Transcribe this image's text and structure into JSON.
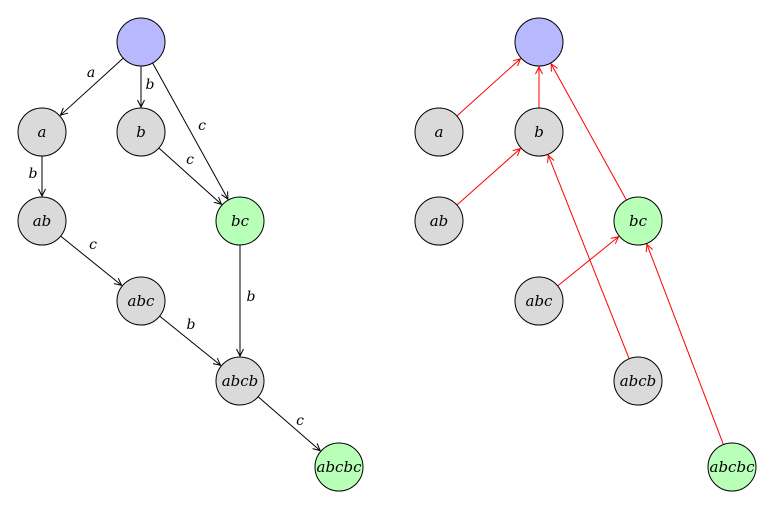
{
  "colors": {
    "root": "#b8b8ff",
    "accept": "#b8ffb8",
    "state": "#dadada",
    "edge": "#000000",
    "link": "#ff0000"
  },
  "automaton": {
    "nodes": {
      "root": {
        "label": "",
        "kind": "root"
      },
      "a": {
        "label": "a",
        "kind": "state"
      },
      "b": {
        "label": "b",
        "kind": "state"
      },
      "ab": {
        "label": "ab",
        "kind": "state"
      },
      "bc": {
        "label": "bc",
        "kind": "accept"
      },
      "abc": {
        "label": "abc",
        "kind": "state"
      },
      "abcb": {
        "label": "abcb",
        "kind": "state"
      },
      "abcbc": {
        "label": "abcbc",
        "kind": "accept"
      }
    },
    "edges": [
      {
        "from": "root",
        "to": "a",
        "label": "a"
      },
      {
        "from": "root",
        "to": "b",
        "label": "b"
      },
      {
        "from": "root",
        "to": "bc",
        "label": "c"
      },
      {
        "from": "a",
        "to": "ab",
        "label": "b"
      },
      {
        "from": "b",
        "to": "bc",
        "label": "c"
      },
      {
        "from": "ab",
        "to": "abc",
        "label": "c"
      },
      {
        "from": "bc",
        "to": "abcb",
        "label": "b"
      },
      {
        "from": "abc",
        "to": "abcb",
        "label": "b"
      },
      {
        "from": "abcb",
        "to": "abcbc",
        "label": "c"
      }
    ]
  },
  "suffix_links": {
    "nodes": {
      "root": {
        "label": "",
        "kind": "root"
      },
      "a": {
        "label": "a",
        "kind": "state"
      },
      "b": {
        "label": "b",
        "kind": "state"
      },
      "ab": {
        "label": "ab",
        "kind": "state"
      },
      "bc": {
        "label": "bc",
        "kind": "accept"
      },
      "abc": {
        "label": "abc",
        "kind": "state"
      },
      "abcb": {
        "label": "abcb",
        "kind": "state"
      },
      "abcbc": {
        "label": "abcbc",
        "kind": "accept"
      }
    },
    "links": [
      {
        "from": "a",
        "to": "root"
      },
      {
        "from": "b",
        "to": "root"
      },
      {
        "from": "bc",
        "to": "root"
      },
      {
        "from": "ab",
        "to": "b"
      },
      {
        "from": "abcb",
        "to": "b"
      },
      {
        "from": "abc",
        "to": "bc"
      },
      {
        "from": "abcbc",
        "to": "bc"
      }
    ]
  }
}
